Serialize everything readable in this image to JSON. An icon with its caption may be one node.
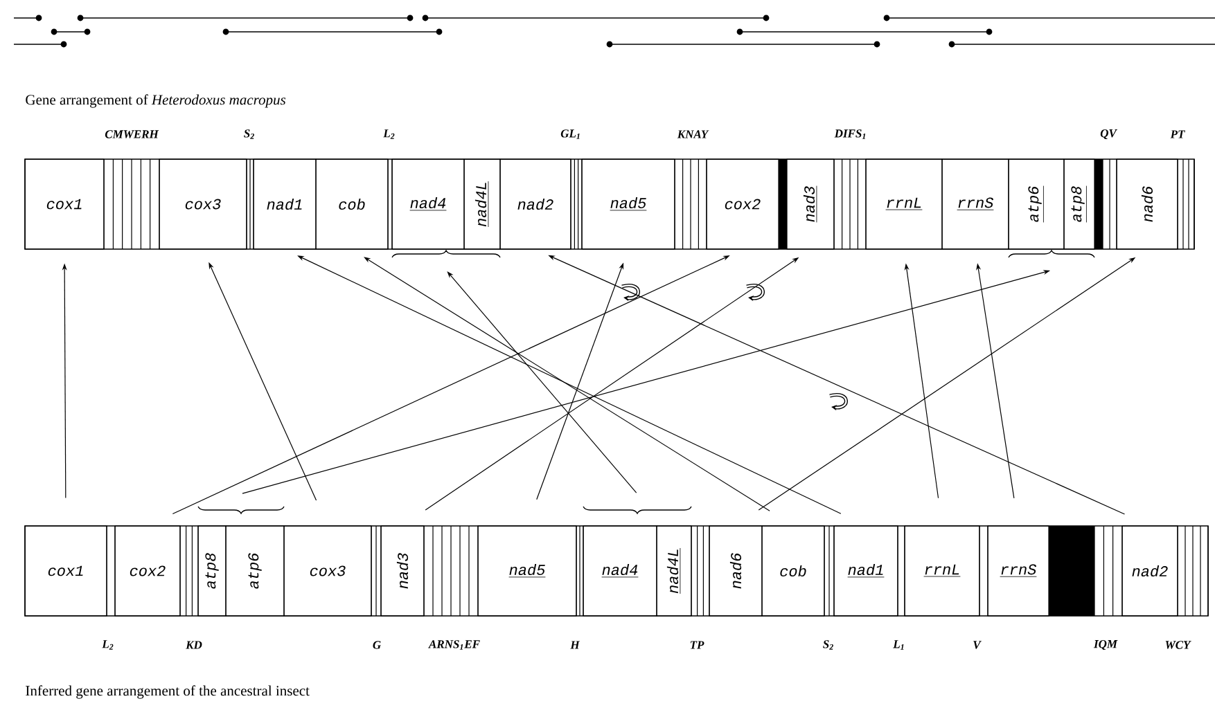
{
  "diagram": {
    "nodes": [
      {
        "text": [
          "cox1"
        ]
      },
      {
        "text": [
          "cox3"
        ]
      },
      {
        "text": [
          "nad1"
        ]
      },
      {
        "text": [
          "cob"
        ]
      },
      {
        "text": [
          "nad4"
        ]
      },
      {
        "text": [
          "nad4L"
        ]
      },
      {
        "text": [
          "nad2"
        ]
      },
      {
        "text": [
          "nad5"
        ]
      },
      {
        "text": [
          "cox2"
        ]
      },
      {
        "text": [
          "nad3"
        ]
      },
      {
        "text": [
          "rrnL"
        ]
      },
      {
        "text": [
          "rrnS"
        ]
      },
      {
        "text": [
          "atp6"
        ]
      },
      {
        "text": [
          "atp8"
        ]
      },
      {
        "text": [
          "nad6"
        ]
      },
      {
        "text": [],
        "shape": "bracket"
      },
      {
        "text": [],
        "shape": "bracket"
      },
      {
        "text": [],
        "shape": "bracket"
      },
      {
        "text": [],
        "shape": "bracket"
      },
      {
        "text": [
          "cox1"
        ]
      },
      {
        "text": [
          "cox2"
        ]
      },
      {
        "text": [
          "atp8"
        ]
      },
      {
        "text": [
          "atp6"
        ]
      },
      {
        "text": [
          "cox3"
        ]
      },
      {
        "text": [
          "nad3"
        ]
      },
      {
        "text": [
          "nad5"
        ]
      },
      {
        "text": [
          "nad4"
        ]
      },
      {
        "text": [
          "nad4L"
        ]
      },
      {
        "text": [
          "nad6"
        ]
      },
      {
        "text": [
          "cob"
        ]
      },
      {
        "text": [
          "nad1"
        ]
      },
      {
        "text": [
          "rrnL"
        ]
      },
      {
        "text": [
          "rrnS"
        ]
      },
      {
        "text": [
          "nad2"
        ]
      }
    ],
    "edges": [
      {
        "from": 19,
        "to": 0,
        "arrow": "to"
      },
      {
        "from": 20,
        "to": 8,
        "arrow": "to"
      },
      {
        "from": 17,
        "to": 16,
        "arrow": "to"
      },
      {
        "from": 23,
        "to": 1,
        "arrow": "to"
      },
      {
        "from": 24,
        "to": 9,
        "arrow": "to"
      },
      {
        "from": 25,
        "to": 7,
        "arrow": "to"
      },
      {
        "from": 18,
        "to": 15,
        "arrow": "to"
      },
      {
        "from": 28,
        "to": 14,
        "arrow": "to"
      },
      {
        "from": 29,
        "to": 3,
        "arrow": "to"
      },
      {
        "from": 30,
        "to": 2,
        "arrow": "to"
      },
      {
        "from": 31,
        "to": 10,
        "arrow": "to"
      },
      {
        "from": 32,
        "to": 11,
        "arrow": "to"
      },
      {
        "from": 33,
        "to": 6,
        "arrow": "to"
      }
    ],
    "labels": [
      "Gene arrangement of *Heterodoxus macropus*",
      "CMWERH",
      "S$_{2}$",
      "L$_{2}$",
      "GL$_{1}$",
      "KNAY",
      "DIFS$_{1}$",
      "QV",
      "PT",
      "L$_{2}$",
      "KD",
      "G",
      "ARNS$_{1}$EF",
      "H",
      "TP",
      "S$_{2}$",
      "L$_{1}$",
      "V",
      "IQM",
      "WCY",
      "Inferred gene arrangement of the ancestral insect"
    ]
  }
}
